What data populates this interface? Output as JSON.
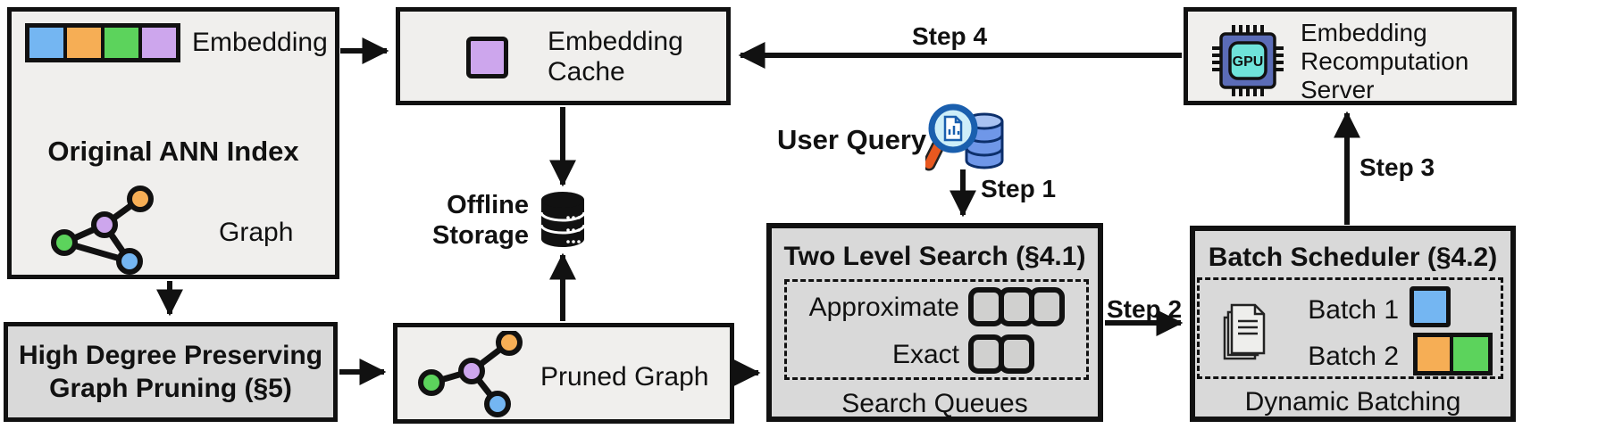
{
  "colors": {
    "blue": "#74b6f2",
    "orange": "#f6ae55",
    "green": "#5cd35c",
    "purple": "#cda6ed",
    "box_light": "#f0efed",
    "box_dark": "#d9d9d9",
    "line": "#111111",
    "gpu_body": "#5b6cb7",
    "gpu_core": "#6fe3da",
    "magnifier_rim": "#1a5fae",
    "magnifier_handle": "#e8581f"
  },
  "original_index": {
    "title": "Original ANN Index",
    "embedding_label": "Embedding",
    "graph_label": "Graph"
  },
  "pruning": {
    "line1": "High Degree Preserving",
    "line2": "Graph Pruning (§5)"
  },
  "cache": {
    "line1": "Embedding",
    "line2": "Cache"
  },
  "storage": {
    "line1": "Offline",
    "line2": "Storage"
  },
  "pruned_graph": {
    "label": "Pruned Graph"
  },
  "user_query": {
    "label": "User Query"
  },
  "search": {
    "title": "Two Level Search (§4.1)",
    "approximate_label": "Approximate",
    "exact_label": "Exact",
    "caption": "Search Queues",
    "approximate_queue_count": 3,
    "exact_queue_count": 2
  },
  "scheduler": {
    "title": "Batch Scheduler (§4.2)",
    "batch1_label": "Batch 1",
    "batch2_label": "Batch 2",
    "caption": "Dynamic Batching"
  },
  "server": {
    "line1": "Embedding",
    "line2": "Recomputation",
    "line3": "Server"
  },
  "gpu": {
    "label": "GPU"
  },
  "steps": {
    "s1": "Step 1",
    "s2": "Step 2",
    "s3": "Step 3",
    "s4": "Step 4"
  }
}
